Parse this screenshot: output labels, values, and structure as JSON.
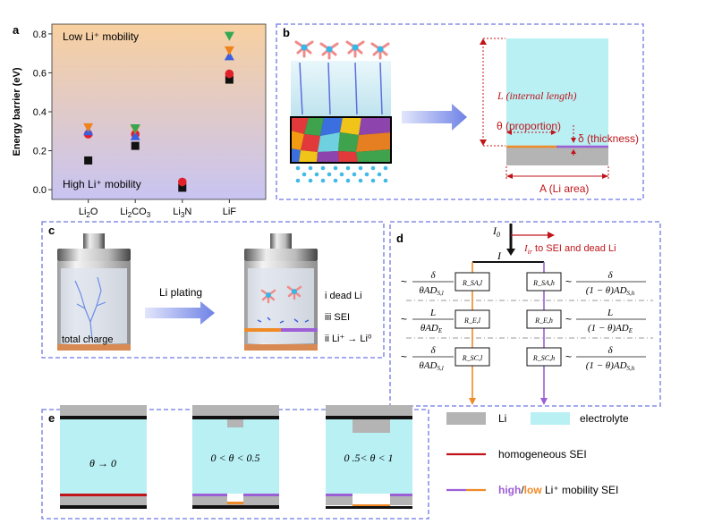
{
  "panels": {
    "a": {
      "label": "a",
      "region_low": "Low Li⁺ mobility",
      "region_high": "High Li⁺ mobility",
      "chart_data": {
        "type": "scatter",
        "ylabel": "Energy barrier (eV)",
        "ylim": [
          -0.05,
          0.85
        ],
        "yticks": [
          "0.0",
          "0.2",
          "0.4",
          "0.6",
          "0.8"
        ],
        "categories": [
          "Li2O",
          "Li2CO3",
          "Li3N",
          "LiF"
        ],
        "category_labels": [
          {
            "main": "Li",
            "sub": "2",
            "rest": "O"
          },
          {
            "main": "Li",
            "sub": "2",
            "rest": "CO",
            "sub2": "3"
          },
          {
            "main": "Li",
            "sub": "3",
            "rest": "N"
          },
          {
            "main": "LiF",
            "sub": "",
            "rest": ""
          }
        ],
        "series": [
          {
            "marker": "square",
            "color": "#111111",
            "values": [
              0.15,
              0.225,
              0.01,
              0.565
            ]
          },
          {
            "marker": "circle",
            "color": "#e2202a",
            "values": [
              0.285,
              0.285,
              0.04,
              0.595
            ]
          },
          {
            "marker": "triangle-up",
            "color": "#3b5fe0",
            "values": [
              0.3,
              0.275,
              null,
              0.685
            ]
          },
          {
            "marker": "triangle-down",
            "color": "#f0821e",
            "values": [
              0.32,
              0.31,
              null,
              0.715
            ]
          },
          {
            "marker": "triangle-down",
            "color": "#32a852",
            "values": [
              null,
              0.315,
              null,
              0.79
            ]
          }
        ],
        "background_colors": {
          "top": "#f7d2a6",
          "bottom": "#c9c3f0"
        }
      }
    },
    "b": {
      "label": "b",
      "labels": {
        "length": "L (internal length)",
        "proportion": "θ (proportion)",
        "thickness": "δ (thickness)",
        "area": "A (Li area)"
      }
    },
    "c": {
      "label": "c",
      "total_charge": "total charge",
      "plating": "Li plating",
      "legend": [
        "i dead Li",
        "iii SEI",
        "ii Li⁺ → Li⁰"
      ]
    },
    "d": {
      "label": "d",
      "current_in": "I",
      "current_in_sub": "0",
      "current_main": "I",
      "current_irr": "I",
      "current_irr_sub": "ir",
      "current_irr_text": "to SEI and dead Li",
      "resistors_left": [
        "R_SA,l",
        "R_E,l",
        "R_SC,l"
      ],
      "resistors_right": [
        "R_SA,h",
        "R_E,h",
        "R_SC,h"
      ],
      "left_formulas": [
        {
          "num": "δ",
          "den": "θAD",
          "den_sub": "S,l"
        },
        {
          "num": "L",
          "den": "θAD",
          "den_sub": "E"
        },
        {
          "num": "δ",
          "den": "θAD",
          "den_sub": "S,l"
        }
      ],
      "right_formulas": [
        {
          "num": "δ",
          "den": "(1 − θ)AD",
          "den_sub": "S,h"
        },
        {
          "num": "L",
          "den": "(1 − θ)AD",
          "den_sub": "E"
        },
        {
          "num": "δ",
          "den": "(1 − θ)AD",
          "den_sub": "S,h"
        }
      ]
    },
    "e": {
      "label": "e",
      "cases": [
        "θ → 0",
        "0 < θ <  0.5",
        "0 .5< θ <  1"
      ],
      "legend": {
        "li": "Li",
        "electrolyte": "electrolyte",
        "homogeneous": "homogeneous SEI",
        "high": "high",
        "slash": "/",
        "low": "low",
        "mobility": " Li⁺ mobility SEI"
      },
      "colors": {
        "li": "#b4b4b4",
        "electrolyte": "#b8f0f4",
        "homogeneous": "#c0141a",
        "high": "#9c5fd6",
        "low": "#f08a26"
      }
    }
  }
}
